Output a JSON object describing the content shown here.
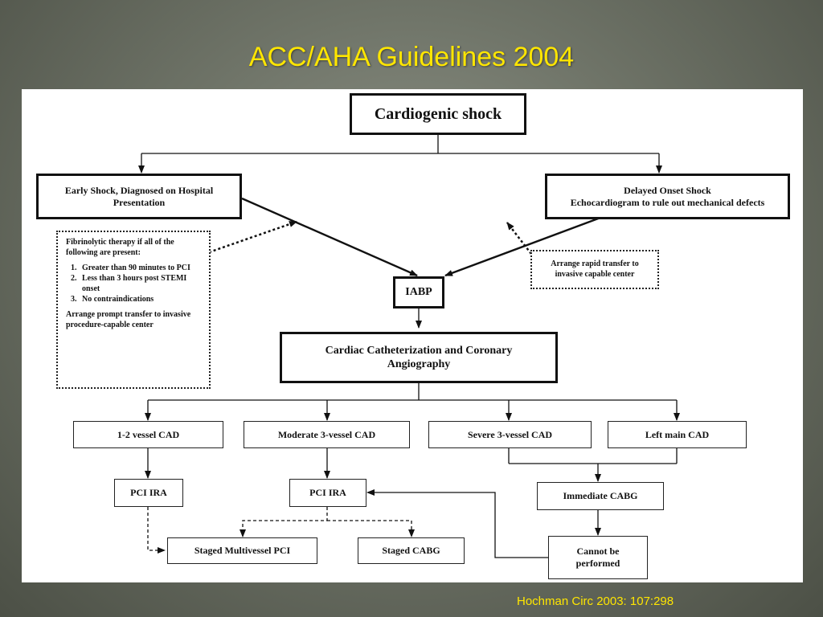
{
  "slide": {
    "title": "ACC/AHA Guidelines 2004",
    "citation": "Hochman  Circ 2003: 107:298"
  },
  "flowchart": {
    "cardiogenic_shock": "Cardiogenic shock",
    "early_shock": "Early Shock, Diagnosed on Hospital Presentation",
    "delayed_shock_line1": "Delayed Onset Shock",
    "delayed_shock_line2": "Echocardiogram to rule out mechanical defects",
    "fibrinolytic_note": {
      "intro": "Fibrinolytic therapy if all of  the following are present:",
      "items": [
        "Greater than 90 minutes to PCI",
        "Less than 3 hours post STEMI onset",
        "No contraindications"
      ],
      "footer": "Arrange prompt transfer to invasive procedure-capable center"
    },
    "rapid_transfer_note": "Arrange rapid transfer to invasive capable center",
    "iabp": "IABP",
    "cath": "Cardiac Catheterization and Coronary Angiography",
    "cad_1_2": "1-2 vessel CAD",
    "cad_moderate_3": "Moderate 3-vessel CAD",
    "cad_severe_3": "Severe 3-vessel CAD",
    "cad_left_main": "Left main CAD",
    "pci_ira_left": "PCI IRA",
    "pci_ira_center": "PCI IRA",
    "immediate_cabg": "Immediate CABG",
    "staged_multivessel_pci": "Staged Multivessel PCI",
    "staged_cabg": "Staged CABG",
    "cannot_be_performed": "Cannot be performed"
  }
}
